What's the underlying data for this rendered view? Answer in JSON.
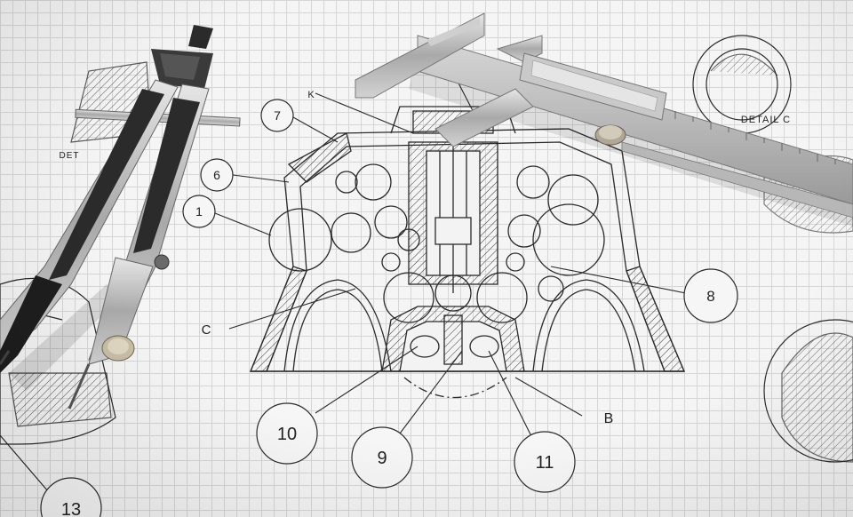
{
  "drawing": {
    "detail_label": "DETAIL C",
    "detail_label_left": "DET",
    "letter_k": "K",
    "callouts": {
      "c1": "1",
      "c6": "6",
      "c7": "7",
      "c8": "8",
      "c9": "9",
      "c10": "10",
      "c11": "11",
      "c13": "13",
      "cB": "B",
      "cC": "C"
    }
  },
  "colors": {
    "paper": "#f5f5f5",
    "grid_fine": "#d6d6d6",
    "grid_major": "#bdbdbd",
    "ink": "#222222",
    "steel": "#b9b9b9",
    "grip": "#2b2b2b"
  }
}
